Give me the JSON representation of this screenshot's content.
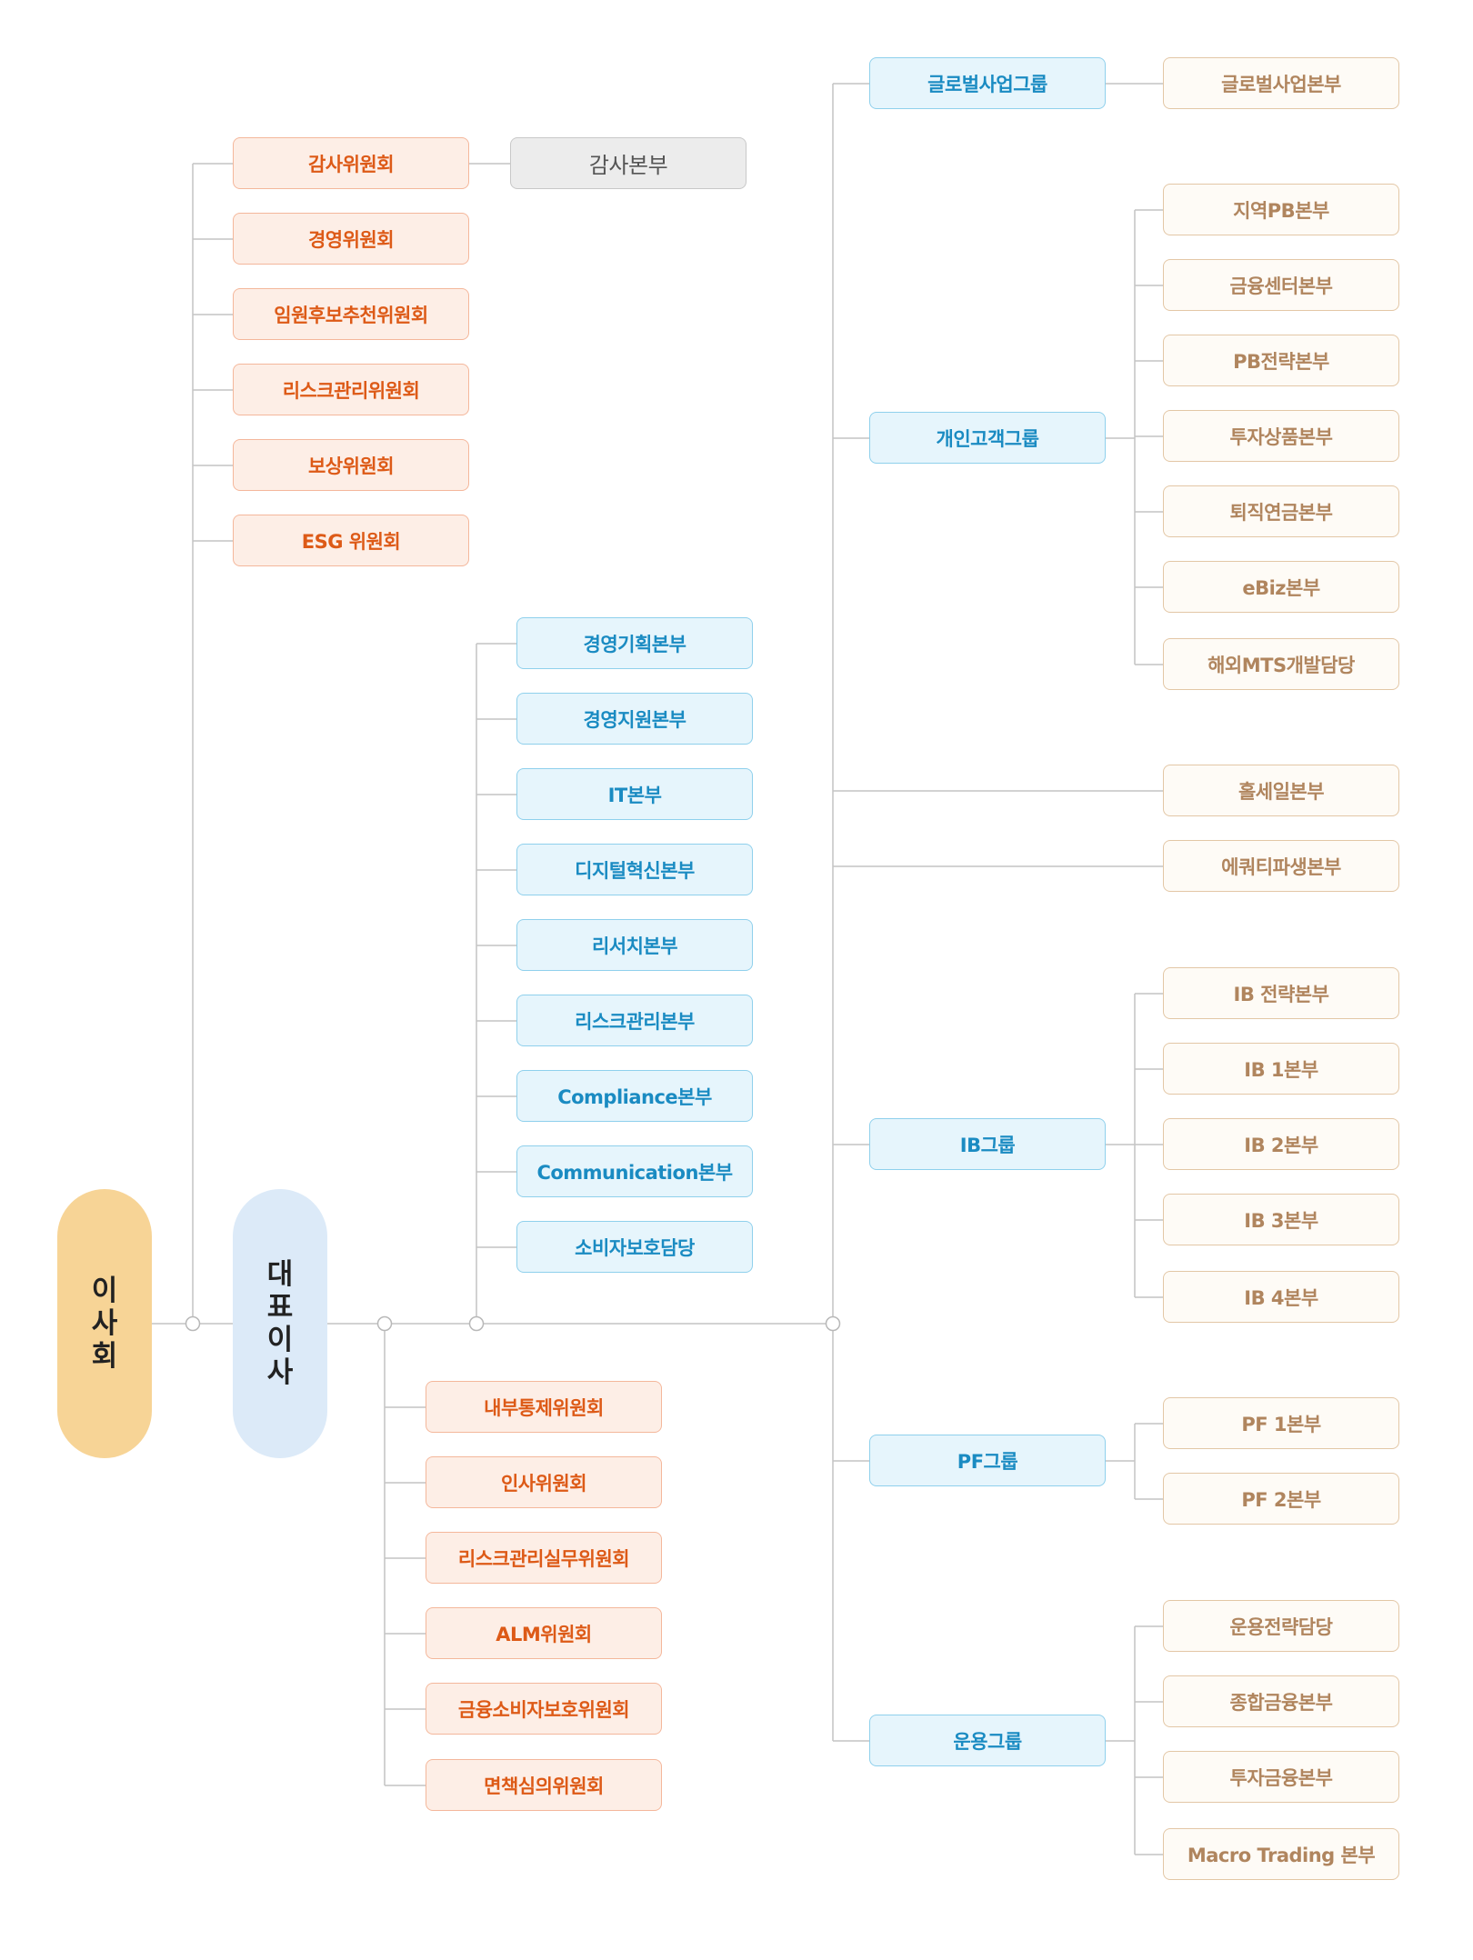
{
  "board": {
    "chars": [
      "이",
      "사",
      "회"
    ]
  },
  "ceo": {
    "chars": [
      "대",
      "표",
      "이",
      "사"
    ]
  },
  "board_committees": [
    "감사위원회",
    "경영위원회",
    "임원후보추천위원회",
    "리스크관리위원회",
    "보상위원회",
    "ESG 위원회"
  ],
  "audit_division": "감사본부",
  "ceo_divisions": [
    "경영기획본부",
    "경영지원본부",
    "IT본부",
    "디지털혁신본부",
    "리서치본부",
    "리스크관리본부",
    "Compliance본부",
    "Communication본부",
    "소비자보호담당"
  ],
  "ceo_committees": [
    "내부통제위원회",
    "인사위원회",
    "리스크관리실무위원회",
    "ALM위원회",
    "금융소비자보호위원회",
    "면책심의위원회"
  ],
  "groups": {
    "global": {
      "name": "글로벌사업그룹",
      "units": [
        "글로벌사업본부"
      ]
    },
    "retail": {
      "name": "개인고객그룹",
      "units": [
        "지역PB본부",
        "금융센터본부",
        "PB전략본부",
        "투자상품본부",
        "퇴직연금본부",
        "eBiz본부",
        "해외MTS개발담당"
      ]
    },
    "wholesale": "홀세일본부",
    "equity": "에쿼티파생본부",
    "ib": {
      "name": "IB그룹",
      "units": [
        "IB 전략본부",
        "IB 1본부",
        "IB 2본부",
        "IB 3본부",
        "IB 4본부"
      ]
    },
    "pf": {
      "name": "PF그룹",
      "units": [
        "PF 1본부",
        "PF 2본부"
      ]
    },
    "am": {
      "name": "운용그룹",
      "units": [
        "운용전략담당",
        "종합금융본부",
        "투자금융본부",
        "Macro Trading 본부"
      ]
    }
  },
  "colors": {
    "line": "#c4c4c4",
    "board_fill": "#f7d496",
    "ceo_fill": "#dceaf8",
    "committee_text": "#dd5a17",
    "division_text": "#1a8bc2",
    "unit_text": "#b0855e"
  }
}
